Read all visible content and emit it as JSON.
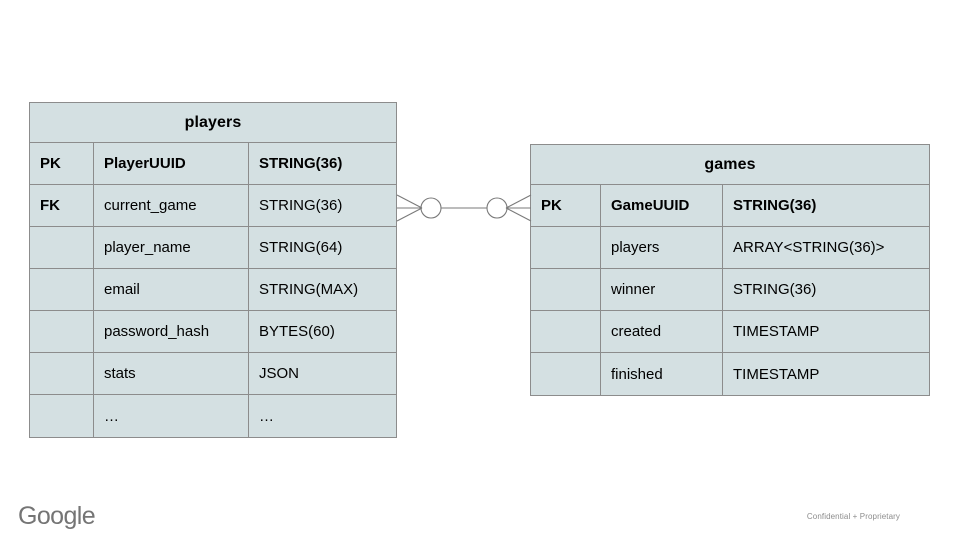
{
  "diagram": {
    "type": "entity-relationship-diagram",
    "background_color": "#ffffff",
    "table_fill_color": "#d4e0e2",
    "border_color": "#8c8c8c",
    "tables": [
      {
        "id": "players",
        "title": "players",
        "columns": [
          "key",
          "name",
          "type"
        ],
        "rows": [
          {
            "key": "PK",
            "name": "PlayerUUID",
            "type": "STRING(36)",
            "bold": true
          },
          {
            "key": "FK",
            "name": "current_game",
            "type": "STRING(36)",
            "bold": false
          },
          {
            "key": "",
            "name": "player_name",
            "type": "STRING(64)",
            "bold": false
          },
          {
            "key": "",
            "name": "email",
            "type": "STRING(MAX)",
            "bold": false
          },
          {
            "key": "",
            "name": "password_hash",
            "type": "BYTES(60)",
            "bold": false
          },
          {
            "key": "",
            "name": "stats",
            "type": "JSON",
            "bold": false
          },
          {
            "key": "",
            "name": "…",
            "type": "…",
            "bold": false
          }
        ]
      },
      {
        "id": "games",
        "title": "games",
        "columns": [
          "key",
          "name",
          "type"
        ],
        "rows": [
          {
            "key": "PK",
            "name": "GameUUID",
            "type": "STRING(36)",
            "bold": true
          },
          {
            "key": "",
            "name": "players",
            "type": "ARRAY<STRING(36)>",
            "bold": false
          },
          {
            "key": "",
            "name": "winner",
            "type": "STRING(36)",
            "bold": false
          },
          {
            "key": "",
            "name": "created",
            "type": "TIMESTAMP",
            "bold": false
          },
          {
            "key": "",
            "name": "finished",
            "type": "TIMESTAMP",
            "bold": false
          }
        ]
      }
    ],
    "relationship": {
      "from_table": "players",
      "to_table": "games",
      "left_cardinality": "zero-or-many",
      "right_cardinality": "zero-or-many",
      "notation": "crows-foot",
      "line_color": "#7a7a7a"
    }
  },
  "footer": {
    "logo_text": "Google",
    "logo_color": "#757575",
    "confidential_text": "Confidential + Proprietary",
    "confidential_color": "#8d8d8d"
  }
}
